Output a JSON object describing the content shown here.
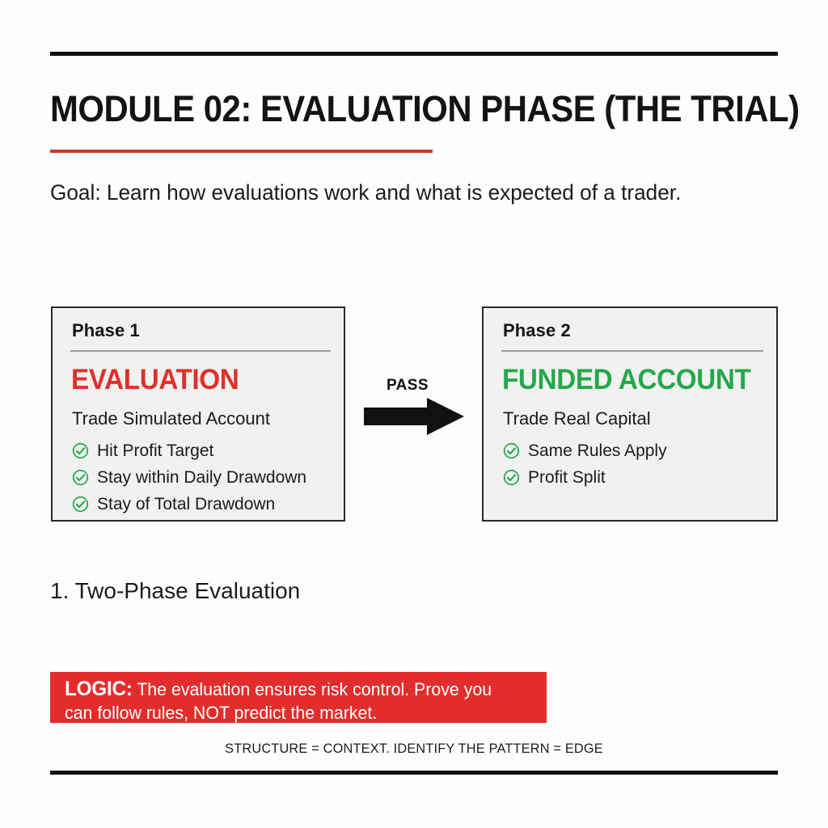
{
  "slide": {
    "title": "MODULE 02: EVALUATION PHASE (THE TRIAL)",
    "goal": "Goal: Learn how evaluations work and what is expected of a trader.",
    "accent_red": "#d0342c",
    "accent_green": "#23a94a",
    "banner_red": "#e32d2c"
  },
  "diagram": {
    "arrow_label": "PASS",
    "cards": [
      {
        "header": "Phase 1",
        "banner": "EVALUATION",
        "banner_color": "#e03028",
        "subtitle": "Trade Simulated Account",
        "items": [
          "Hit Profit Target",
          "Stay within Daily Drawdown",
          "Stay of Total Drawdown"
        ]
      },
      {
        "header": "Phase 2",
        "banner": "FUNDED ACCOUNT",
        "banner_color": "#23a94a",
        "subtitle": "Trade Real Capital",
        "items": [
          "Same Rules Apply",
          "Profit Split"
        ]
      }
    ]
  },
  "body": {
    "list_heading": "1. Two-Phase Evaluation"
  },
  "logic": {
    "kicker": "LOGIC:",
    "text": "The evaluation ensures risk control. Prove you can follow rules, NOT predict the market."
  },
  "footer": {
    "tagline": "STRUCTURE = CONTEXT. IDENTIFY THE PATTERN = EDGE"
  }
}
